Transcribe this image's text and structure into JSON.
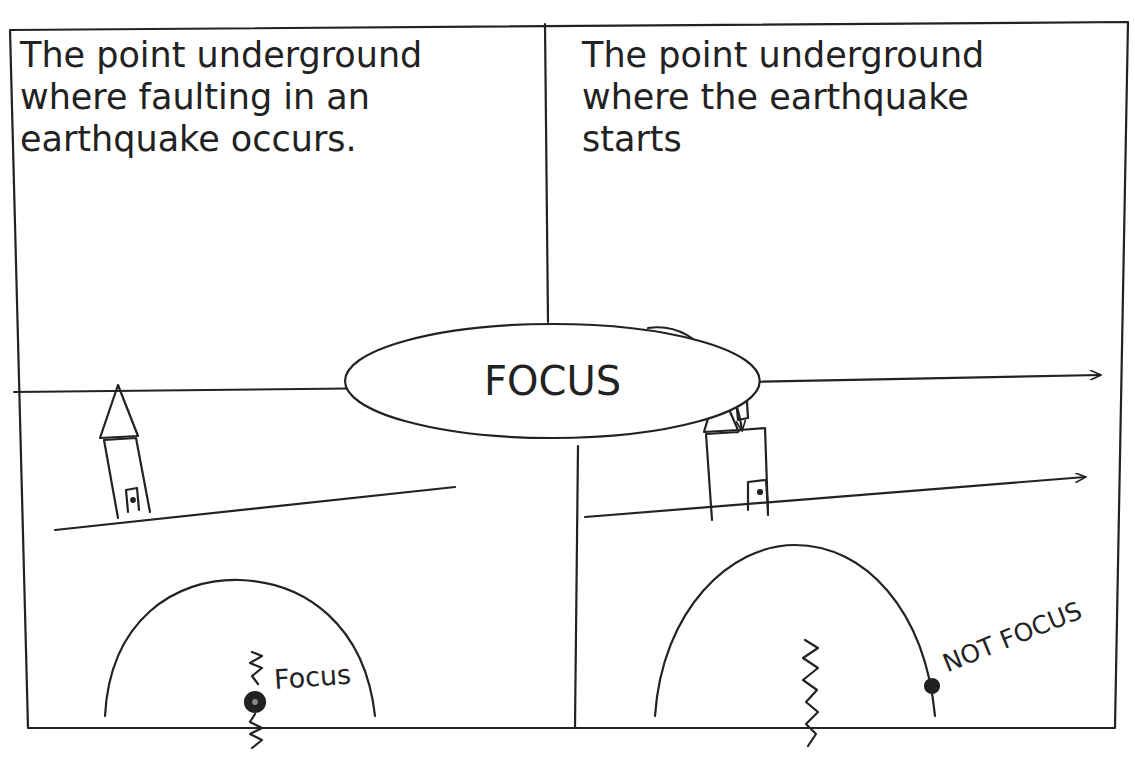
{
  "diagram": {
    "nodes": [
      {
        "text": [
          "The point underground where faulting in an earthquake occurs."
        ]
      },
      {
        "text": [
          "The point underground where the earthquake starts"
        ]
      },
      {
        "text": [
          "FOCUS"
        ]
      }
    ],
    "labels": [
      "Focus",
      "NOT FOCUS"
    ]
  }
}
